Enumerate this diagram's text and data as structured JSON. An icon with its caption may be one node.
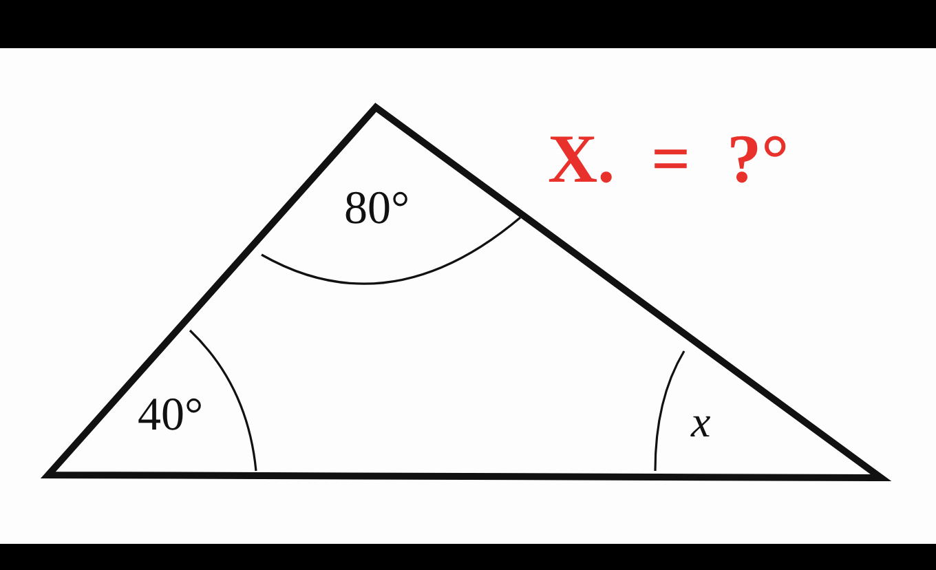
{
  "diagram": {
    "labels": [
      "80°",
      "40°",
      "x",
      "X. = ?°"
    ]
  }
}
